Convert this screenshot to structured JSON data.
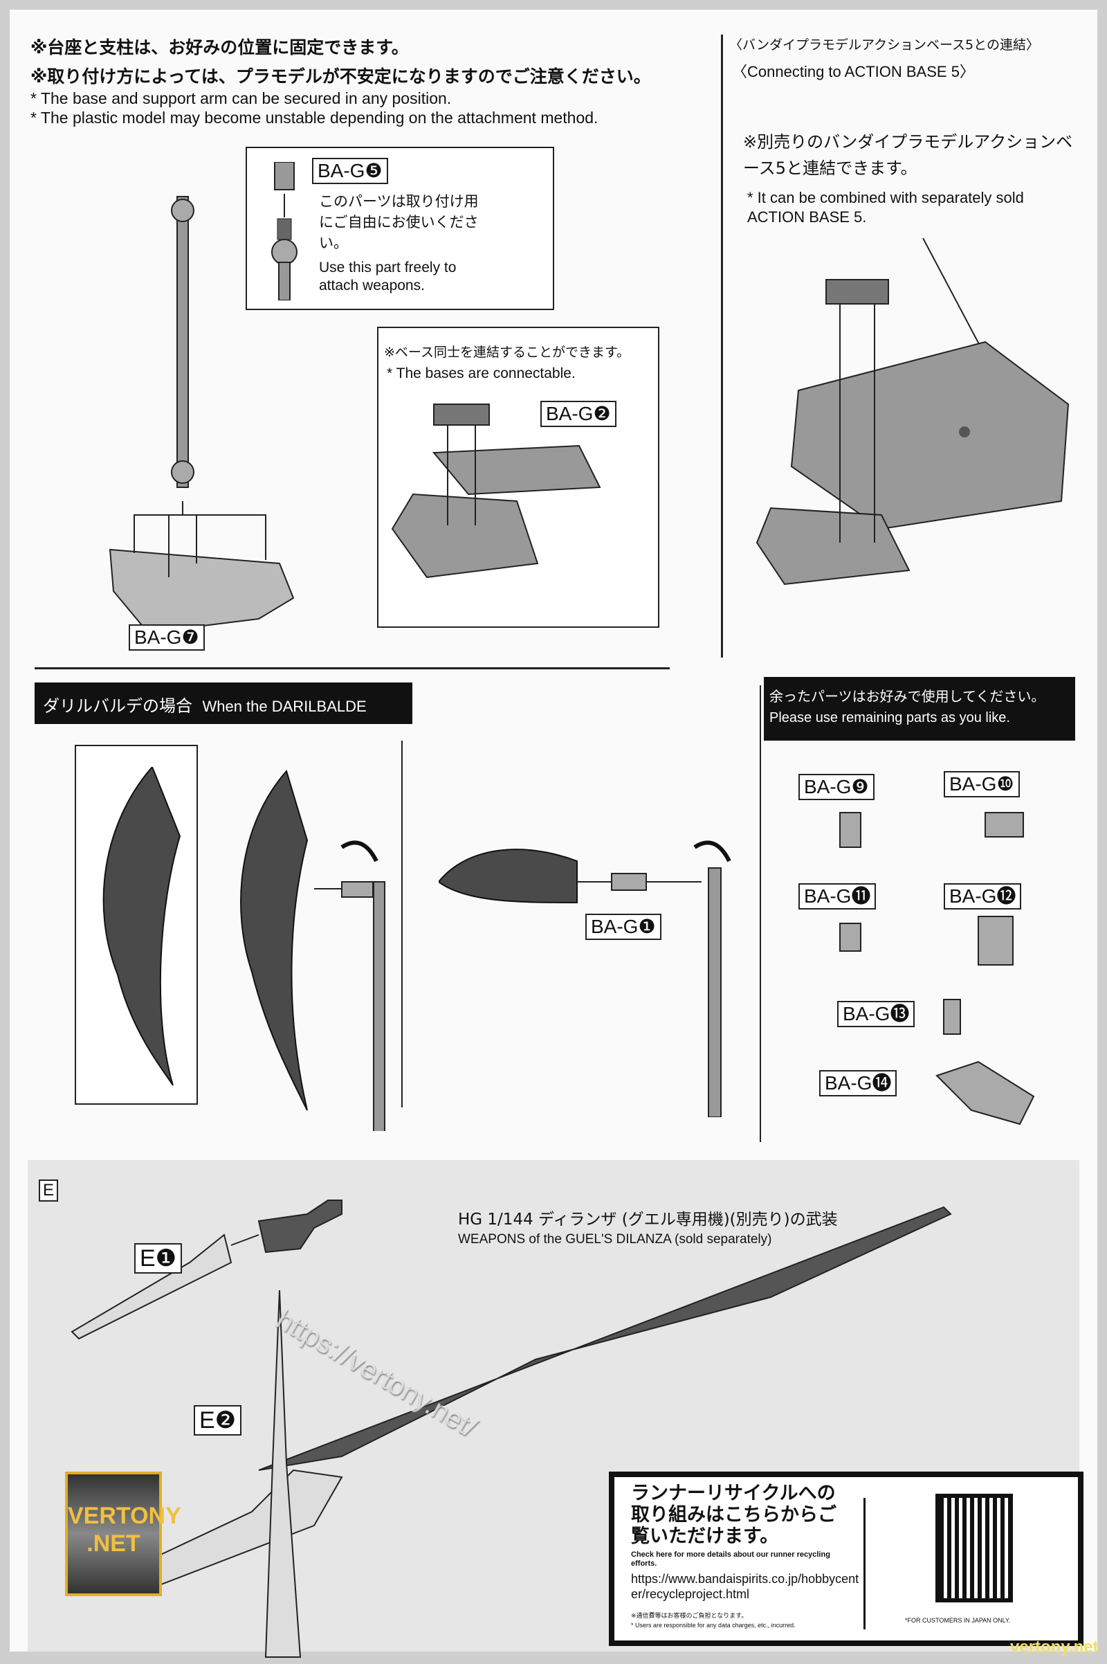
{
  "top_left": {
    "note_jp_1": "※台座と支柱は、お好みの位置に固定できます。",
    "note_jp_2": "※取り付け方によっては、プラモデルが不安定になりますのでご注意ください。",
    "note_en_1": "* The base and support arm can be secured in any position.",
    "note_en_2": "* The plastic model may become unstable depending on the attachment method.",
    "callout_part": "BA-G❺",
    "callout_jp": "このパーツは取り付け用にご自由にお使いください。",
    "callout_en": "Use this part freely to attach weapons.",
    "bases_jp": "※ベース同士を連結することができます。",
    "bases_en": "* The bases are connectable.",
    "bases_part": "BA-G❷",
    "base_part": "BA-G❼"
  },
  "top_right": {
    "title_jp": "〈バンダイプラモデルアクションベース5との連結〉",
    "title_en": "〈Connecting to ACTION BASE 5〉",
    "note_jp": "※別売りのバンダイプラモデルアクションベース5と連結できます。",
    "note_en": "* It can be combined with separately sold ACTION BASE 5."
  },
  "darilbalde": {
    "heading_jp": "ダリルバルデの場合",
    "heading_en": "When the DARILBALDE",
    "part": "BA-G❶"
  },
  "remaining": {
    "heading_jp": "余ったパーツはお好みで使用してください。",
    "heading_en": "Please use remaining parts as you like.",
    "parts": [
      "BA-G❾",
      "BA-G❿",
      "BA-G⓫",
      "BA-G⓬",
      "BA-G⓭",
      "BA-G⓮"
    ]
  },
  "section_e": {
    "label": "E",
    "part_1": "E❶",
    "part_2": "E❷",
    "weapon_jp": "HG 1/144 ディランザ (グエル専用機)(別売り)の武装",
    "weapon_en": "WEAPONS of the GUEL'S DILANZA (sold separately)"
  },
  "recycle": {
    "title_jp": "ランナーリサイクルへの取り組みはこちらからご覧いただけます。",
    "desc_en": "Check here for more details about our runner recycling efforts.",
    "url": "https://www.bandaispirits.co.jp/hobbycenter/recycleproject.html",
    "note_jp": "※通信費等はお客様のご負担となります。",
    "note_en": "* Users are responsible for any data charges, etc., incurred.",
    "qr_note": "*FOR CUSTOMERS IN JAPAN ONLY."
  },
  "watermark": {
    "logo": "VERTONY .NET",
    "url": "https://vertony.net/",
    "corner": "vertony.net"
  },
  "colors": {
    "part_grey": "#8a8a8a",
    "dark_part": "#4a4a4a",
    "panel": "#e4e4e4",
    "watermark_yellow": "#f0e060"
  }
}
